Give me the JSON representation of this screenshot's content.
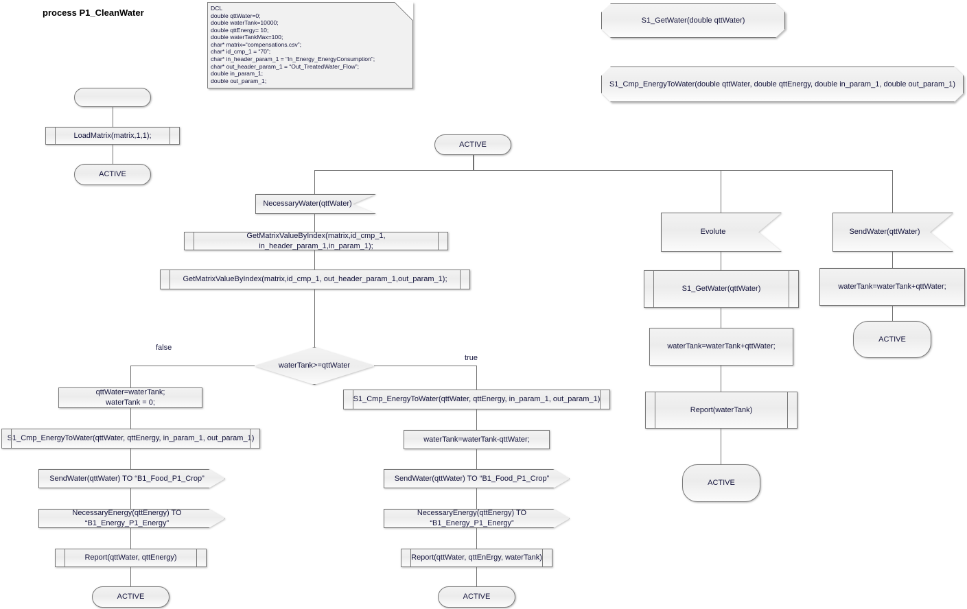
{
  "diagram": {
    "title": "process P1_CleanWater",
    "kind": "SDL process diagram"
  },
  "dcl": {
    "text": "DCL\ndouble qttWater=0;\ndouble waterTank=10000;\ndouble qttEnergy= 10;\ndouble waterTankMax=100;\nchar* matrix=“compensations.csv”;\nchar* id_cmp_1 = “70”;\nchar* in_header_param_1 = “In_Energy_EnergyConsumption”;\nchar* out_header_param_1 = “Out_TreatedWater_Flow”;\ndouble in_param_1;\ndouble out_param_1;"
  },
  "signals": [
    {
      "label": "S1_GetWater(double qttWater)"
    },
    {
      "label": "S1_Cmp_EnergyToWater(double qttWater, double qttEnergy, double in_param_1, double out_param_1)"
    }
  ],
  "start_branch": {
    "start": "",
    "load_matrix": "LoadMatrix(matrix,1,1);",
    "state_active": "ACTIVE"
  },
  "main": {
    "state_active": "ACTIVE"
  },
  "branch_necessary_water": {
    "input": "NecessaryWater(qttWater)",
    "get_in": "GetMatrixValueByIndex(matrix,id_cmp_1, in_header_param_1,in_param_1);",
    "get_out": "GetMatrixValueByIndex(matrix,id_cmp_1, out_header_param_1,out_param_1);",
    "decision": "waterTank>=qttWater",
    "label_false": "false",
    "label_true": "true"
  },
  "branch_false": {
    "task_assign": "qttWater=waterTank;\nwaterTank = 0;",
    "proc_cmp": "S1_Cmp_EnergyToWater(qttWater, qttEnergy, in_param_1, out_param_1)",
    "out_send_water": "SendWater(qttWater) TO “B1_Food_P1_Crop”",
    "out_necessary_energy": "NecessaryEnergy(qttEnergy) TO “B1_Energy_P1_Energy”",
    "proc_report": "Report(qttWater, qttEnergy)",
    "state_active": "ACTIVE"
  },
  "branch_true": {
    "proc_cmp": "S1_Cmp_EnergyToWater(qttWater, qttEnergy, in_param_1, out_param_1)",
    "task_subtract": "waterTank=waterTank-qttWater;",
    "out_send_water": "SendWater(qttWater) TO “B1_Food_P1_Crop”",
    "out_necessary_energy": "NecessaryEnergy(qttEnergy) TO “B1_Energy_P1_Energy”",
    "proc_report": "Report(qttWater, qttEnErgy, waterTank)",
    "state_active": "ACTIVE"
  },
  "branch_evolute": {
    "input": "Evolute",
    "proc_get_water": "S1_GetWater(qttWater)",
    "task_add": "waterTank=waterTank+qttWater;",
    "proc_report": "Report(waterTank)",
    "state_active": "ACTIVE"
  },
  "branch_send_water": {
    "input": "SendWater(qttWater)",
    "task_add": "waterTank=waterTank+qttWater;",
    "state_active": "ACTIVE"
  },
  "colors": {
    "shape_border": "#787878",
    "shape_fill_top": "#f2f2f2",
    "shape_fill_bottom": "#fbfbfb",
    "text": "#13133b",
    "connector": "#6f6f6f",
    "canvas": "#ffffff"
  }
}
